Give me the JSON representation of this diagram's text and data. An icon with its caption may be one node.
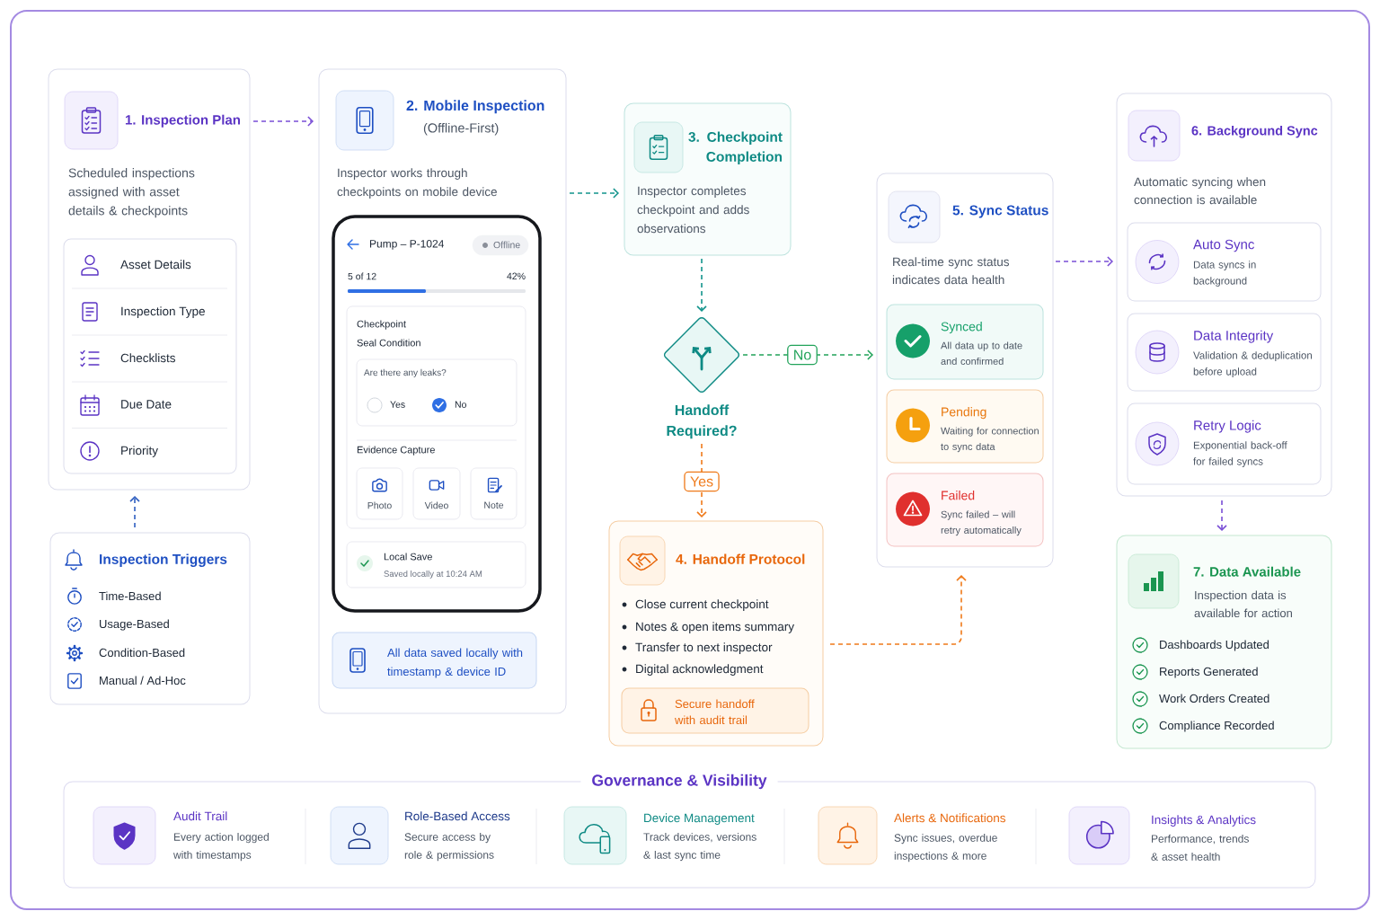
{
  "diagram": {
    "nodes": [
      {
        "text": [
          "1. Inspection Plan",
          "Scheduled inspections assigned with asset details & checkpoints"
        ]
      },
      {
        "text": [
          "Asset Details",
          "Inspection Type",
          "Checklists",
          "Due Date",
          "Priority"
        ],
        "in": 0
      },
      {
        "text": [
          "Inspection Triggers",
          "Time-Based",
          "Usage-Based",
          "Condition-Based",
          "Manual / Ad-Hoc"
        ]
      },
      {
        "text": [
          "2. Mobile Inspection",
          "(Offline-First)",
          "Inspector works through checkpoints on mobile device"
        ]
      },
      {
        "text": [
          "Pump – P-1024",
          "5 of 12",
          "42%"
        ],
        "in": 3
      },
      {
        "text": [
          "Offline"
        ],
        "in": 4
      },
      {
        "text": [
          "Checkpoint",
          "Seal Condition",
          "Evidence Capture"
        ],
        "in": 4
      },
      {
        "text": [
          "Are there any leaks?",
          "Yes",
          "No"
        ],
        "in": 6
      },
      {
        "text": [
          "Photo"
        ],
        "in": 6
      },
      {
        "text": [
          "Video"
        ],
        "in": 6
      },
      {
        "text": [
          "Note"
        ],
        "in": 6
      },
      {
        "text": [
          "Local Save",
          "Saved locally at 10:24 AM"
        ],
        "in": 4
      },
      {
        "text": [
          "All data saved locally with timestamp & device ID"
        ],
        "in": 3
      },
      {
        "text": [
          "3. Checkpoint Completion",
          "Inspector completes checkpoint and adds observations"
        ]
      },
      {
        "text": [
          "Handoff Required?"
        ]
      },
      {
        "text": [
          "4. Handoff Protocol",
          "Close current checkpoint",
          "Notes & open items summary",
          "Transfer to next inspector",
          "Digital acknowledgment"
        ]
      },
      {
        "text": [
          "Secure handoff with audit trail"
        ],
        "in": 15
      },
      {
        "text": [
          "5. Sync Status",
          "Real-time sync status indicates data health"
        ]
      },
      {
        "text": [
          "Synced",
          "All data up to date and confirmed"
        ],
        "in": 17
      },
      {
        "text": [
          "Pending",
          "Waiting for connection to sync data"
        ],
        "in": 17
      },
      {
        "text": [
          "Failed",
          "Sync failed – will retry automatically"
        ],
        "in": 17
      },
      {
        "text": [
          "6. Background Sync",
          "Automatic syncing when connection is available"
        ]
      },
      {
        "text": [
          "Auto Sync",
          "Data syncs in background"
        ],
        "in": 21
      },
      {
        "text": [
          "Data Integrity",
          "Validation & deduplication before upload"
        ],
        "in": 21
      },
      {
        "text": [
          "Retry Logic",
          "Exponential back-off for failed syncs"
        ],
        "in": 21
      },
      {
        "text": [
          "7. Data Available",
          "Inspection data is available for action",
          "Dashboards Updated",
          "Reports Generated",
          "Work Orders Created",
          "Compliance Recorded"
        ]
      },
      {
        "text": [
          "Governance & Visibility",
          "Audit Trail",
          "Every action logged with timestamps",
          "Role-Based Access",
          "Secure access by role & permissions",
          "Device Management",
          "Track devices, versions & last sync time",
          "Alerts & Notifications",
          "Sync issues, overdue inspections & more",
          "Insights & Analytics",
          "Performance, trends & asset health"
        ]
      }
    ],
    "edges": [
      {
        "from": 0,
        "to": 3,
        "arrow": "to",
        "style": "dashed"
      },
      {
        "from": 2,
        "to": 0,
        "arrow": "to",
        "style": "dashed",
        "color": "#2f5fc0"
      },
      {
        "from": 3,
        "to": 13,
        "arrow": "to",
        "style": "dashed",
        "color": "#12948c"
      },
      {
        "from": 13,
        "to": 14,
        "arrow": "to",
        "style": "dashed",
        "color": "#12948c"
      },
      {
        "from": 14,
        "to": 17,
        "arrow": "to",
        "label": "No",
        "style": "dashed",
        "color": "#22a35a"
      },
      {
        "from": 14,
        "to": 15,
        "arrow": "to",
        "label": "Yes",
        "style": "dashed",
        "color": "#ef7a1a"
      },
      {
        "from": 15,
        "to": 17,
        "arrow": "to",
        "style": "dashed",
        "color": "#ef7a1a"
      },
      {
        "from": 17,
        "to": 21,
        "arrow": "to",
        "style": "dashed"
      },
      {
        "from": 21,
        "to": 25,
        "arrow": "to",
        "style": "dashed"
      }
    ]
  }
}
